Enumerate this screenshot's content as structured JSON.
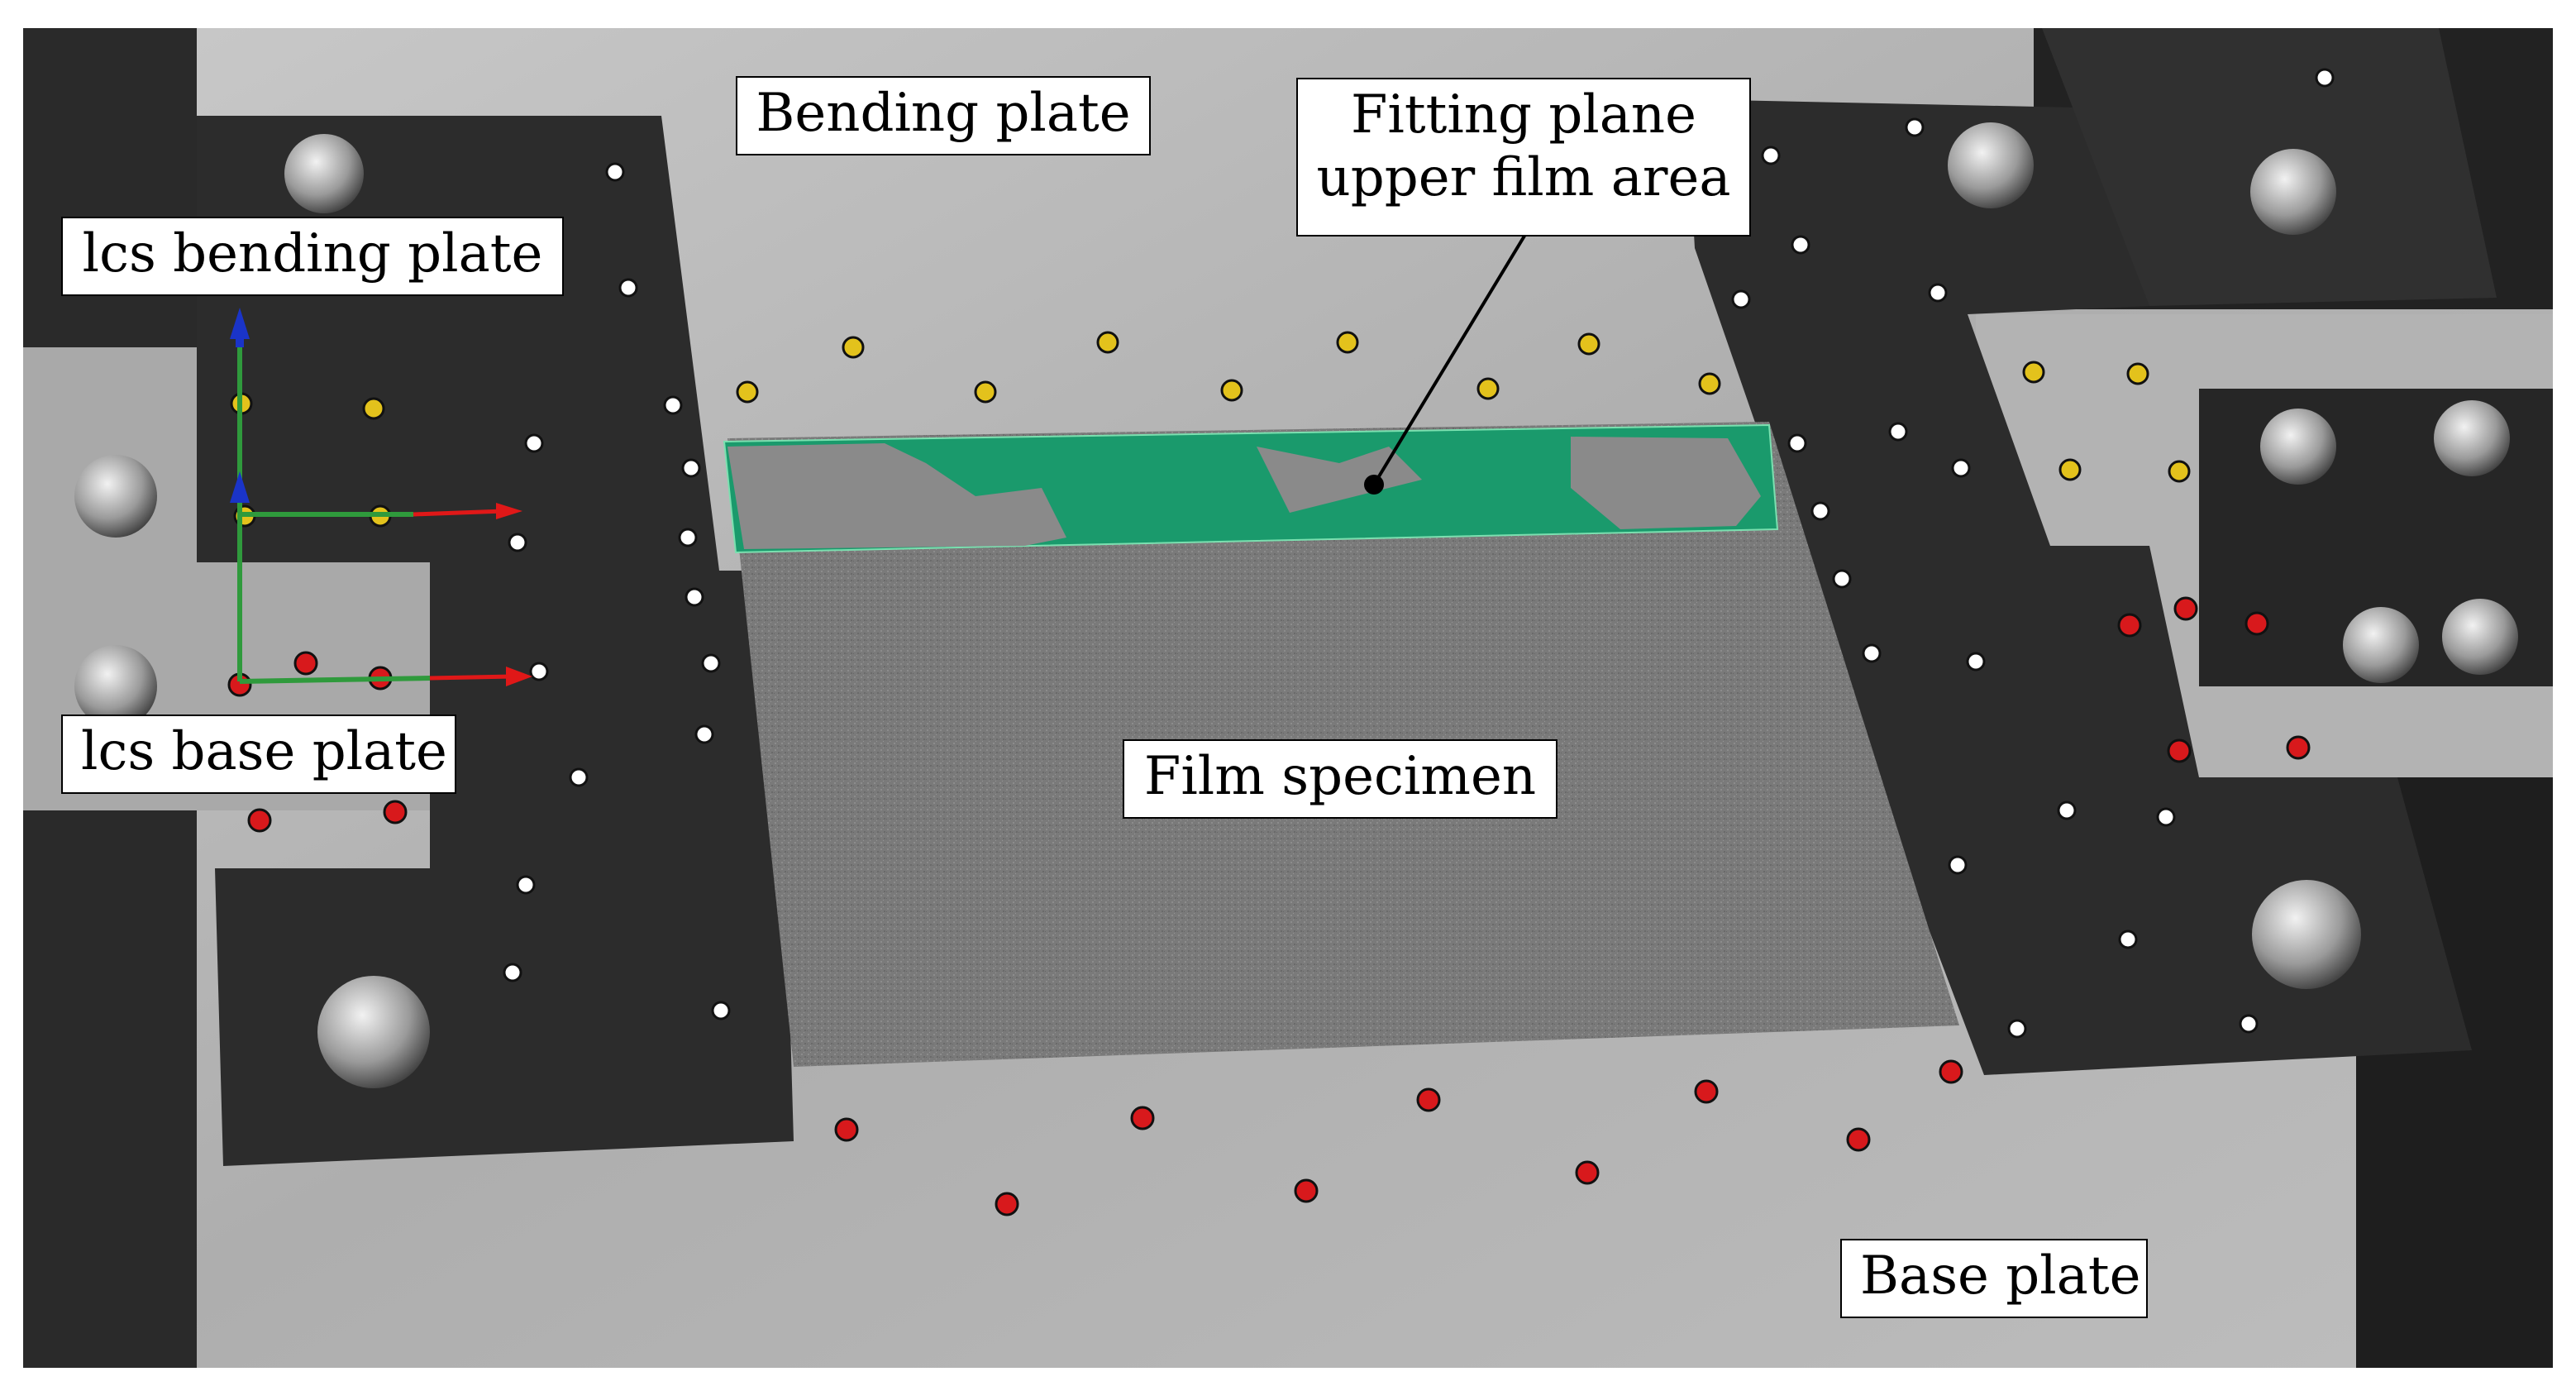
{
  "labels": {
    "bending_plate": "Bending plate",
    "fitting_plane_line1": "Fitting plane",
    "fitting_plane_line2": "upper film area",
    "lcs_bending_plate": "lcs bending plate",
    "lcs_base_plate": "lcs base plate",
    "film_specimen": "Film specimen",
    "base_plate": "Base plate"
  },
  "colors": {
    "fitting_plane_fill": "#1a9a6c",
    "marker_yellow": "#e3c21c",
    "marker_red": "#d8191c",
    "axis_x": "#e01818",
    "axis_y": "#2f9a3c",
    "axis_z": "#1a34c8",
    "plate_dark": "#2b2b2b",
    "plate_light": "#b8b8b8",
    "specimen": "#7c7c7c"
  }
}
